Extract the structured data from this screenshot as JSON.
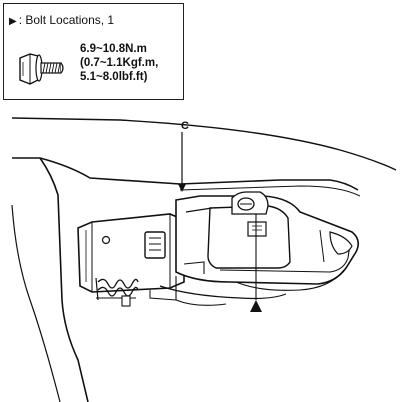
{
  "legend": {
    "marker_symbol": "▶",
    "caption": ": Bolt Locations, 1",
    "torque_lines": [
      "6.9~10.8N.m",
      "(0.7~1.1Kgf.m,",
      "5.1~8.0lbf.ft)"
    ],
    "icon": "bolt-icon"
  },
  "callouts": {
    "c_label": "C",
    "a_marker": "bolt-location-marker"
  },
  "colors": {
    "line": "#111111",
    "fill": "#ffffff",
    "shade": "#d9d9d9"
  }
}
